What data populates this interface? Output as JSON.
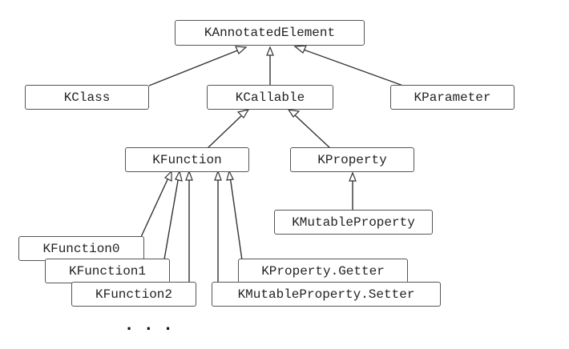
{
  "nodes": {
    "annotated": "KAnnotatedElement",
    "class": "KClass",
    "callable": "KCallable",
    "parameter": "KParameter",
    "function": "KFunction",
    "property": "KProperty",
    "mutable_property": "KMutableProperty",
    "function0": "KFunction0",
    "function1": "KFunction1",
    "function2": "KFunction2",
    "getter": "KProperty.Getter",
    "setter": "KMutableProperty.Setter"
  },
  "ellipsis": ". . .",
  "edges": [
    {
      "from": "class",
      "to": "annotated"
    },
    {
      "from": "callable",
      "to": "annotated"
    },
    {
      "from": "parameter",
      "to": "annotated"
    },
    {
      "from": "function",
      "to": "callable"
    },
    {
      "from": "property",
      "to": "callable"
    },
    {
      "from": "mutable_property",
      "to": "property"
    },
    {
      "from": "function0",
      "to": "function"
    },
    {
      "from": "function1",
      "to": "function"
    },
    {
      "from": "function2",
      "to": "function"
    },
    {
      "from": "setter",
      "to": "function"
    },
    {
      "from": "getter",
      "to": "function"
    }
  ]
}
